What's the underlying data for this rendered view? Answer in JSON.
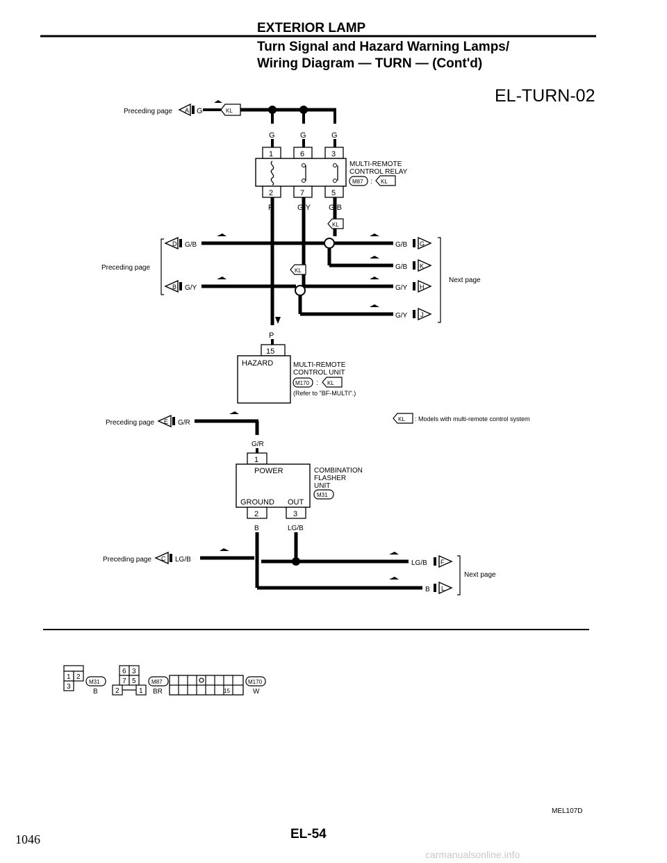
{
  "header": {
    "title": "EXTERIOR LAMP",
    "subtitle_line1": "Turn Signal and Hazard Warning Lamps/",
    "subtitle_line2": "Wiring Diagram — TURN — (Cont'd)"
  },
  "diagram_id": "EL-TURN-02",
  "labels": {
    "preceding_page": "Preceding page",
    "next_page": "Next page"
  },
  "connectors": {
    "A": "A",
    "B": "B",
    "C": "C",
    "D": "D",
    "E": "E",
    "F": "F",
    "G": "G",
    "H": "H",
    "J": "J",
    "K": "K",
    "L": "L",
    "KL": "KL"
  },
  "wires": {
    "G": "G",
    "P": "P",
    "GY": "G/Y",
    "GB": "G/B",
    "GR": "G/R",
    "LGB": "LG/B",
    "B": "B"
  },
  "relay": {
    "name_line1": "MULTI-REMOTE",
    "name_line2": "CONTROL RELAY",
    "conn": "M87",
    "colon": ":",
    "pins_top": [
      "1",
      "6",
      "3"
    ],
    "pins_bottom": [
      "2",
      "7",
      "5"
    ]
  },
  "control_unit": {
    "pin": "15",
    "pin_label": "HAZARD",
    "name_line1": "MULTI-REMOTE",
    "name_line2": "CONTROL UNIT",
    "conn": "M170",
    "colon": ":",
    "note": "(Refer to \"BF-MULTI\".)"
  },
  "flasher": {
    "pin_top": "1",
    "power_label": "POWER",
    "ground_label": "GROUND",
    "out_label": "OUT",
    "pin_ground": "2",
    "pin_out": "3",
    "name_line1": "COMBINATION",
    "name_line2": "FLASHER",
    "name_line3": "UNIT",
    "conn": "M31"
  },
  "legend_text": ": Models with multi-remote control system",
  "connector_views": [
    {
      "id": "M31",
      "color": "B",
      "cells": [
        "1",
        "2",
        "3"
      ]
    },
    {
      "id": "M87",
      "color": "BR",
      "cells": [
        "6",
        "3",
        "7",
        "5",
        "2",
        "1"
      ]
    },
    {
      "id": "M170",
      "color": "W",
      "cells": [
        "15"
      ]
    }
  ],
  "footer": {
    "ref_code": "MEL107D",
    "page": "EL-54",
    "left_number": "1046",
    "watermark": "carmanualsonline.info"
  }
}
